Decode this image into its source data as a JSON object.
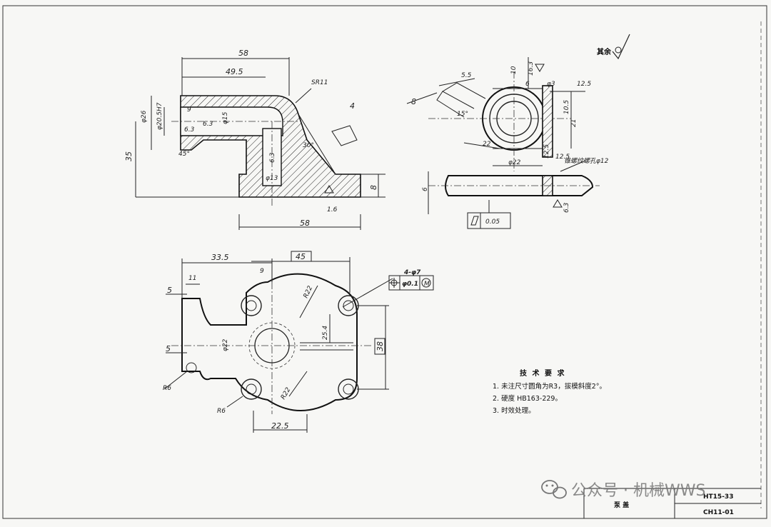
{
  "drawing": {
    "roughness_note": "其余",
    "front_view": {
      "dims": [
        "58",
        "49.5",
        "SR11",
        "4",
        "φ26",
        "φ20.5H7",
        "9",
        "φ15",
        "6.3",
        "6.3",
        "45°",
        "35",
        "30°",
        "6.3",
        "φ13",
        "1.6",
        "8",
        "58"
      ]
    },
    "side_view": {
      "dims": [
        "5.5",
        "8",
        "15°",
        "10",
        "16.3",
        "6",
        "φ3",
        "12.5",
        "10.5",
        "21",
        "22",
        "φ22",
        "12.5",
        "12.5",
        "6",
        "6.3"
      ],
      "thread_note": "锥螺纹螺孔φ12",
      "tolerance_value": "0.05"
    },
    "top_view": {
      "dims": [
        "33.5",
        "45",
        "9",
        "11",
        "5",
        "R22",
        "4-φ7",
        "φ0.1",
        "M",
        "φ22",
        "25.4",
        "38",
        "5",
        "R6",
        "R22",
        "R6",
        "22.5"
      ]
    }
  },
  "notes": {
    "title": "技 术 要 求",
    "items": [
      "1. 未注尺寸圆角为R3，拔模斜度2°。",
      "2. 硬度 HB163-229。",
      "3. 时效处理。"
    ]
  },
  "title_block": {
    "part_name": "泵 盖",
    "code_top": "HT15-33",
    "code_bottom": "CH11-01"
  },
  "watermark": {
    "text": "公众号 · 机械WWS"
  }
}
